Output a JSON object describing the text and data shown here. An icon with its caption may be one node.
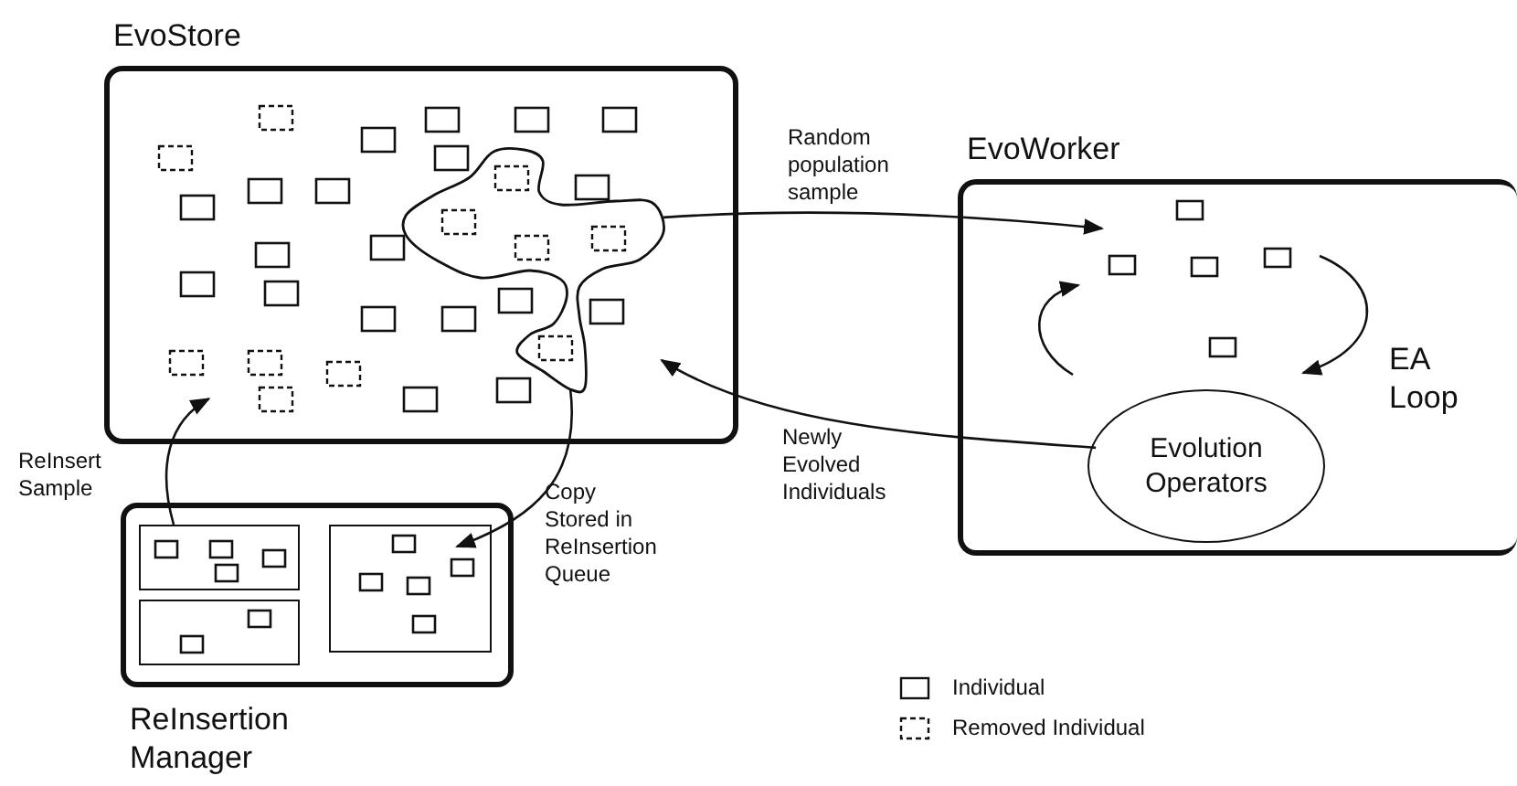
{
  "diagram": {
    "nodes": [
      {
        "text": [
          "EvoStore"
        ]
      },
      {
        "text": [],
        "shape": "cloud",
        "in": 0
      },
      {
        "text": [
          "EvoWorker"
        ]
      },
      {
        "text": [
          "Evolution Operators"
        ],
        "in": 2
      },
      {
        "text": [
          "ReInsertion Manager"
        ]
      },
      {
        "text": [],
        "shape": "box",
        "in": 4
      },
      {
        "text": [],
        "shape": "box",
        "in": 4
      },
      {
        "text": [],
        "shape": "box",
        "in": 4
      }
    ],
    "edges": [
      {
        "from": 1,
        "to": 2,
        "arrow": "to",
        "label": "Random population sample"
      },
      {
        "from": 3,
        "to": 0,
        "arrow": "to",
        "label": "Newly Evolved Individuals"
      },
      {
        "from": 5,
        "to": 0,
        "arrow": "to",
        "label": "ReInsert Sample"
      },
      {
        "from": 1,
        "to": 7,
        "arrow": "to",
        "label": "Copy Stored in ReInsertion Queue"
      }
    ],
    "labels": [
      "EA Loop"
    ],
    "legend": [
      {
        "text": "Individual"
      },
      {
        "text": "Removed Individual"
      }
    ]
  }
}
